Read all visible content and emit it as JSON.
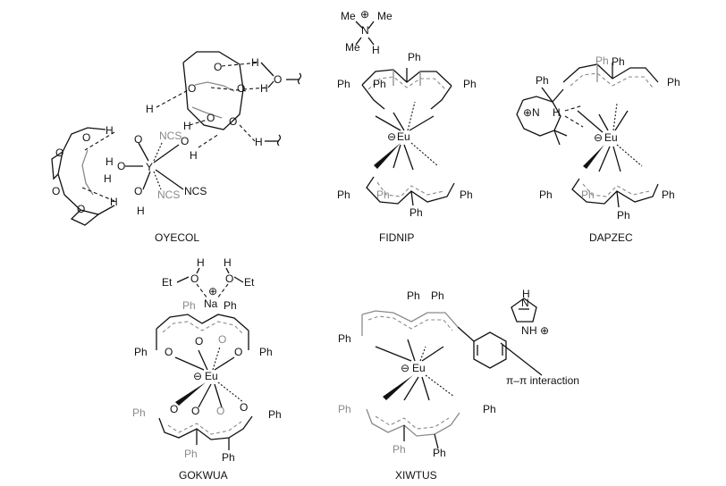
{
  "structures": [
    {
      "caption": "OYECOL",
      "labels": {
        "metal": "Y",
        "ncs_upper": "NCS",
        "ncs_lower": "NCS",
        "ncs_right": "NCS",
        "h": "H",
        "o": "O"
      }
    },
    {
      "caption": "FIDNIP",
      "labels": {
        "metal": "Eu",
        "cation_me1": "Me",
        "cation_me2": "Me",
        "cation_me3": "Me",
        "cation_n": "N",
        "cation_h": "H",
        "ph": "Ph"
      }
    },
    {
      "caption": "DAPZEC",
      "labels": {
        "metal": "Eu",
        "ph": "Ph",
        "nh": "N",
        "h": "H"
      }
    },
    {
      "caption": "GOKWUA",
      "labels": {
        "metal": "Na",
        "eu": "Eu",
        "et1": "Et",
        "et2": "Et",
        "ph": "Ph",
        "h": "H",
        "o": "O"
      }
    },
    {
      "caption": "XIWTUS",
      "labels": {
        "metal": "Eu",
        "ph": "Ph",
        "nh1": "N",
        "nh2": "N",
        "h": "H",
        "interaction": "π–π interaction"
      }
    }
  ],
  "symbols": {
    "plus": "⊕",
    "minus": "⊖"
  }
}
